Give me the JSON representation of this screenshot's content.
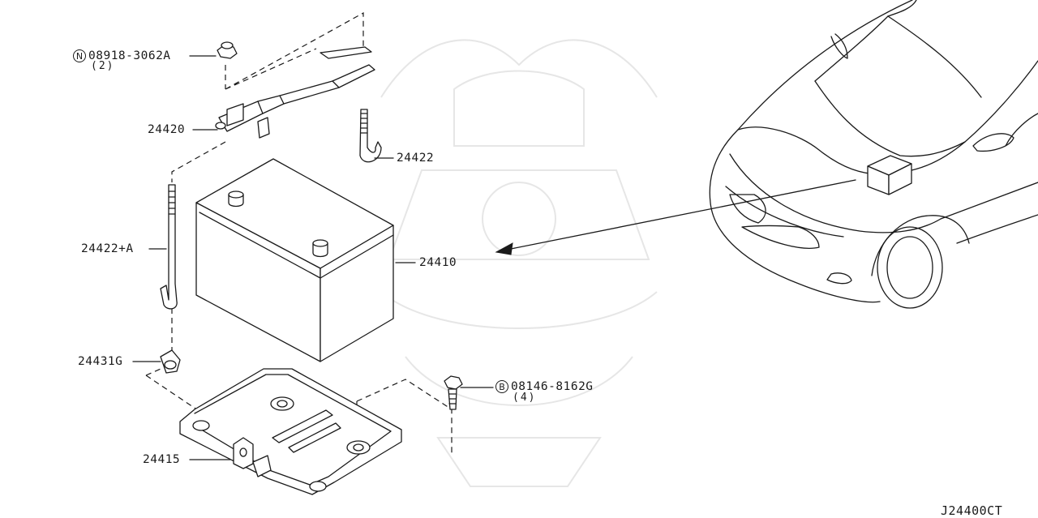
{
  "diagram": {
    "callouts": [
      {
        "id": "nut",
        "prefix": "N",
        "part": "08918-3062A",
        "qty": "(2)"
      },
      {
        "id": "bracket",
        "part": "24420"
      },
      {
        "id": "rod-right",
        "part": "24422"
      },
      {
        "id": "rod-left",
        "part": "24422+A"
      },
      {
        "id": "battery",
        "part": "24410"
      },
      {
        "id": "clip",
        "part": "24431G"
      },
      {
        "id": "bolt",
        "prefix": "B",
        "part": "08146-8162G",
        "qty": "(4)"
      },
      {
        "id": "tray",
        "part": "24415"
      }
    ],
    "figure_code": "J24400CT"
  },
  "colors": {
    "line": "#1a1a1a",
    "watermark": "#c8c8c8",
    "background": "#ffffff"
  }
}
